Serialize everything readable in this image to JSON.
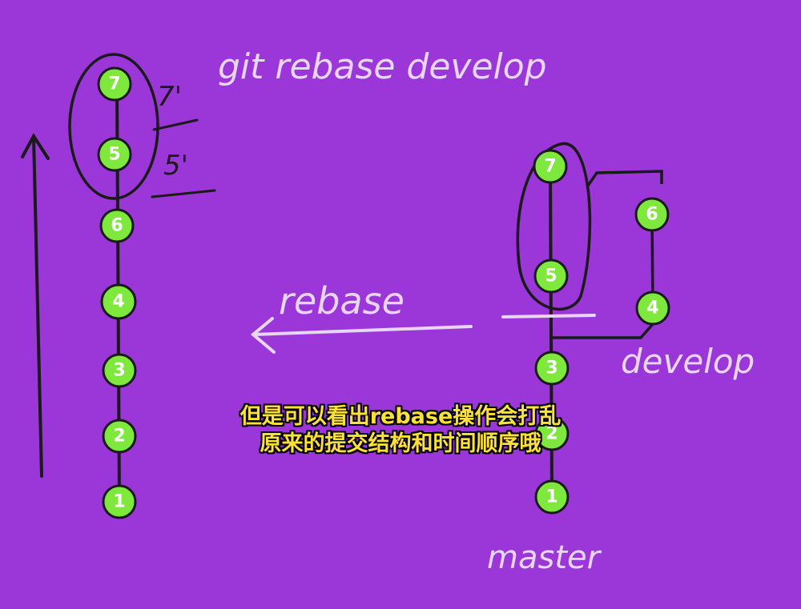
{
  "annotations": {
    "command": "git rebase develop",
    "left_prime_top": "7'",
    "left_prime_bottom": "5'",
    "rebase_label": "rebase",
    "develop_branch": "develop",
    "master_branch": "master"
  },
  "left_chain": [
    "7",
    "5",
    "6",
    "4",
    "3",
    "2",
    "1"
  ],
  "right_master_chain": [
    "7",
    "5",
    "3",
    "2",
    "1"
  ],
  "right_develop_chain": [
    "6",
    "4"
  ],
  "subtitle": {
    "line1": "但是可以看出rebase操作会打乱",
    "line2": "原来的提交结构和时间顺序哦"
  },
  "colors": {
    "background": "#9b36d9",
    "node_fill": "#7ee83c",
    "ink": "#1a1a1a",
    "chalk": "#e8d6f7",
    "subtitle_text": "#ffe13a"
  }
}
